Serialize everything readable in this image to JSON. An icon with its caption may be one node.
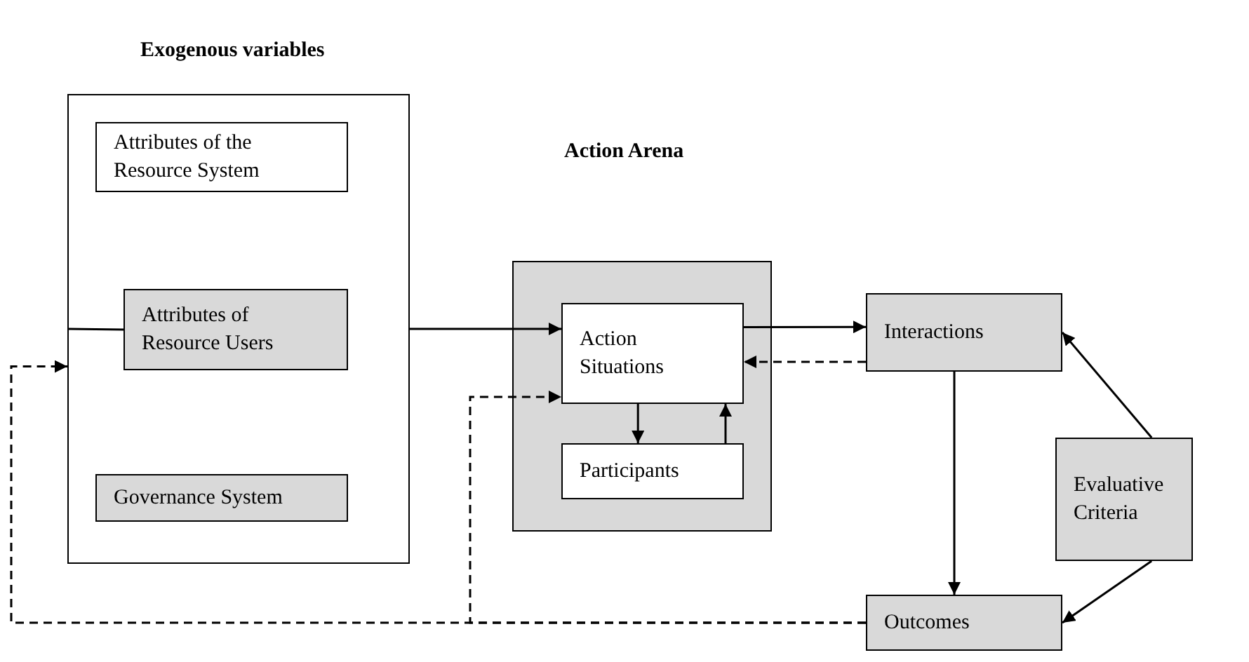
{
  "diagram": {
    "nodes": [
      {
        "text": [
          "Exogenous variables"
        ]
      },
      {
        "text": [
          "Attributes of the Resource System"
        ],
        "in": 0
      },
      {
        "text": [
          "Attributes of Resource Users"
        ],
        "in": 0
      },
      {
        "text": [
          "Governance System"
        ],
        "in": 0
      },
      {
        "text": [
          "Action Arena"
        ]
      },
      {
        "text": [
          "Action Situations"
        ],
        "in": 4
      },
      {
        "text": [
          "Participants"
        ],
        "in": 4
      },
      {
        "text": [
          "Interactions"
        ]
      },
      {
        "text": [
          "Evaluative Criteria"
        ]
      },
      {
        "text": [
          "Outcomes"
        ]
      }
    ],
    "edges": [
      {
        "from": 0,
        "to": 2,
        "arrow": "none"
      },
      {
        "from": 0,
        "to": 5,
        "arrow": "to"
      },
      {
        "from": 5,
        "to": 6,
        "arrow": "to"
      },
      {
        "from": 6,
        "to": 5,
        "arrow": "to"
      },
      {
        "from": 5,
        "to": 7,
        "arrow": "to"
      },
      {
        "from": 7,
        "to": 5,
        "arrow": "to",
        "style": "dashed"
      },
      {
        "from": 7,
        "to": 9,
        "arrow": "to"
      },
      {
        "from": 8,
        "to": 7,
        "arrow": "to"
      },
      {
        "from": 8,
        "to": 9,
        "arrow": "to"
      },
      {
        "from": 9,
        "to": 5,
        "arrow": "to",
        "style": "dashed"
      },
      {
        "from": 9,
        "to": 0,
        "arrow": "to",
        "style": "dashed"
      }
    ]
  }
}
